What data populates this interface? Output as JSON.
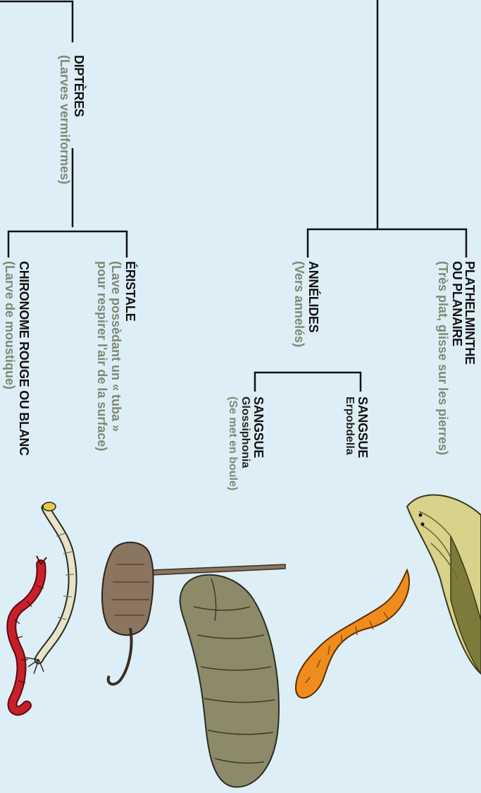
{
  "nodes": {
    "dipteres": {
      "title": "DIPTÈRES",
      "sub": "(Larves vermiformes)"
    },
    "eristale": {
      "title": "ÉRISTALE",
      "sub1": "(Lave possèdant un « tuba »",
      "sub2": "pour respirer l'air de la surface)"
    },
    "chironome": {
      "title": "CHIRONOME ROUGE OU BLANC",
      "sub": "(Larve de moustique)"
    },
    "annelides": {
      "title": "ANNÉLIDES",
      "sub": "(Vers annelés)"
    },
    "sangsue_erpobdella": {
      "title": "SANGSUE",
      "name": "Erpobdella"
    },
    "sangsue_glossiphonia": {
      "title": "SANGSUE",
      "name": "Glossiphonia",
      "sub": "(Se met en boule)"
    },
    "plathelminthe": {
      "title1": "PLATHELMINTHE",
      "title2": "OU PLANAIRE",
      "sub": "(Très plat, glisse sur les pierres)"
    }
  },
  "colors": {
    "background": "#ddeef6",
    "line": "#111111",
    "subtitle": "#7e8873",
    "chironome_red": "#c8202a",
    "chironome_white": "#e8e2c8",
    "eristale_brown": "#8a7560",
    "glossiphonia_olive": "#8d8a6a",
    "erpobdella_orange": "#f08c1e",
    "planaire_yellow": "#d8d28a",
    "planaire_olive": "#7e7a3a"
  },
  "illustrations": [
    "planaire-illustration",
    "erpobdella-illustration",
    "glossiphonia-illustration",
    "eristale-illustration",
    "chironome-white-illustration",
    "chironome-red-illustration"
  ]
}
